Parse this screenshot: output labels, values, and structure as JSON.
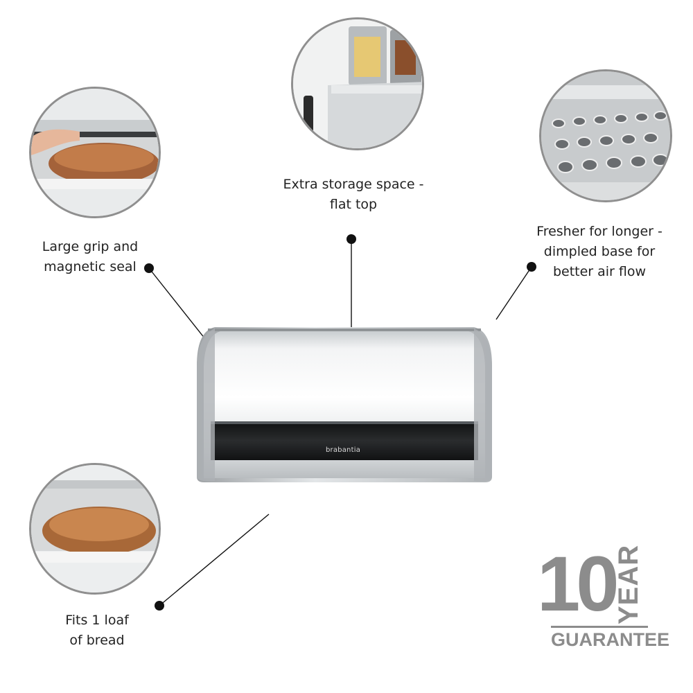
{
  "callouts": {
    "grip": {
      "line1": "Large grip and",
      "line2": "magnetic seal"
    },
    "storage": {
      "line1": "Extra storage space -",
      "line2": "flat top"
    },
    "fresh": {
      "line1": "Fresher for longer -",
      "line2": "dimpled base for",
      "line3": "better air flow"
    },
    "loaf": {
      "line1": "Fits 1 loaf",
      "line2": "of bread"
    }
  },
  "product": {
    "brand": "brabantia",
    "color_steel": "#d9dcde",
    "color_band": "#1c1e20"
  },
  "badge": {
    "number": "10",
    "year": "YEAR",
    "label": "GUARANTEE",
    "color": "#8c8c8c"
  },
  "icons": [
    "grip-photo",
    "flat-top-photo",
    "dimpled-base-photo",
    "loaf-photo"
  ]
}
